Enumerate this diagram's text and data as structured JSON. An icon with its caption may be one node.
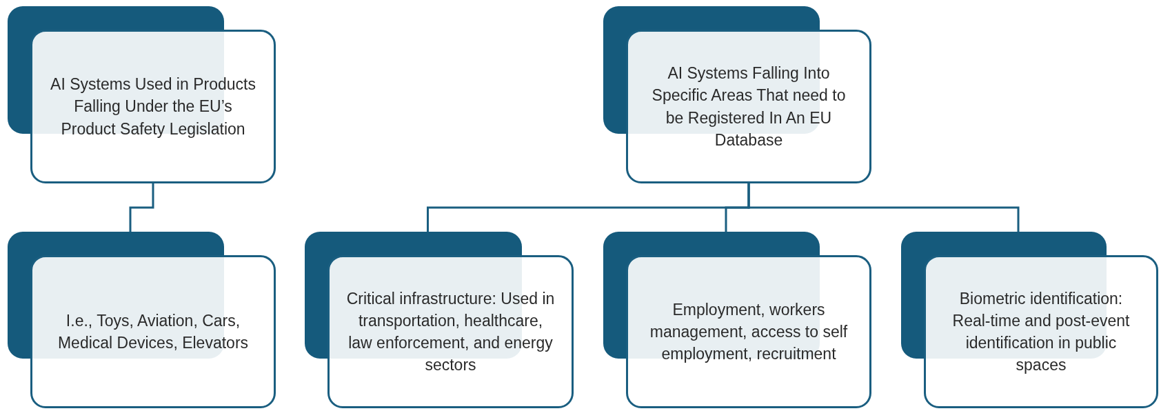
{
  "diagram": {
    "nodes": [
      {
        "text": [
          "AI Systems Used in Products Falling Under the EU’s Product Safety Legislation"
        ]
      },
      {
        "text": [
          "I.e., Toys, Aviation, Cars, Medical Devices, Elevators"
        ]
      },
      {
        "text": [
          "AI Systems Falling Into Specific Areas That need to be Registered In An EU Database"
        ]
      },
      {
        "text": [
          "Critical infrastructure: Used in transportation, healthcare, law enforcement, and energy sectors"
        ]
      },
      {
        "text": [
          "Employment, workers management, access to self employment, recruitment"
        ]
      },
      {
        "text": [
          "Biometric identification: Real-time and post-event identification in public spaces"
        ]
      }
    ],
    "edges": [
      {
        "from": 0,
        "to": 1,
        "arrow": "none"
      },
      {
        "from": 2,
        "to": 3,
        "arrow": "none"
      },
      {
        "from": 2,
        "to": 4,
        "arrow": "none"
      },
      {
        "from": 2,
        "to": 5,
        "arrow": "none"
      }
    ]
  }
}
